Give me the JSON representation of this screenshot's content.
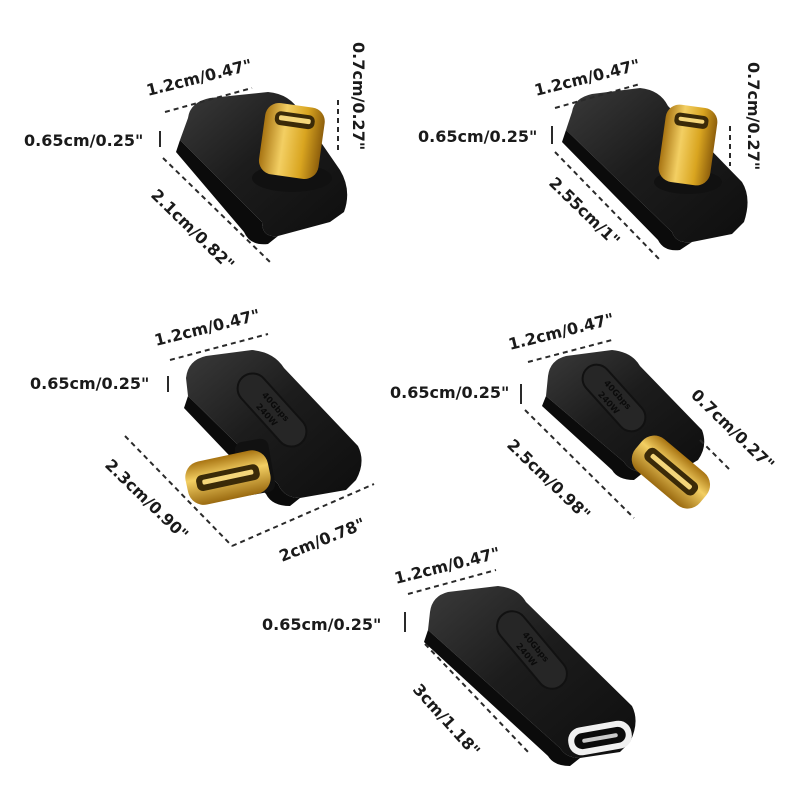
{
  "colors": {
    "background": "#ffffff",
    "adapter_body": "#1c1c1c",
    "adapter_highlight": "#3a3a3a",
    "connector_gold": "#d9a520",
    "connector_gold_light": "#f3cf63",
    "dimension_line": "#2a2a2a"
  },
  "adapters": [
    {
      "name": "U-shape (180°) adapter, short",
      "width": "1.2cm/0.47\"",
      "height": "0.7cm/0.27\"",
      "thickness": "0.65cm/0.25\"",
      "length": "2.1cm/0.82\""
    },
    {
      "name": "U-shape (180°) adapter, long",
      "width": "1.2cm/0.47\"",
      "height": "0.7cm/0.27\"",
      "thickness": "0.65cm/0.25\"",
      "length": "2.55cm/1\""
    },
    {
      "name": "90° side-angle adapter",
      "width": "1.2cm/0.47\"",
      "thickness": "0.65cm/0.25\"",
      "length": "2.3cm/0.90\"",
      "length_side": "2cm/0.78\"",
      "emboss_line1": "40Gbps",
      "emboss_line2": "240W"
    },
    {
      "name": "Straight male-to-female adapter",
      "width": "1.2cm/0.47\"",
      "height": "0.7cm/0.27\"",
      "thickness": "0.65cm/0.25\"",
      "length": "2.5cm/0.98\"",
      "emboss_line1": "40Gbps",
      "emboss_line2": "240W"
    },
    {
      "name": "Female-to-female coupler",
      "width": "1.2cm/0.47\"",
      "thickness": "0.65cm/0.25\"",
      "length": "3cm/1.18\"",
      "emboss_line1": "40Gbps",
      "emboss_line2": "240W"
    }
  ]
}
